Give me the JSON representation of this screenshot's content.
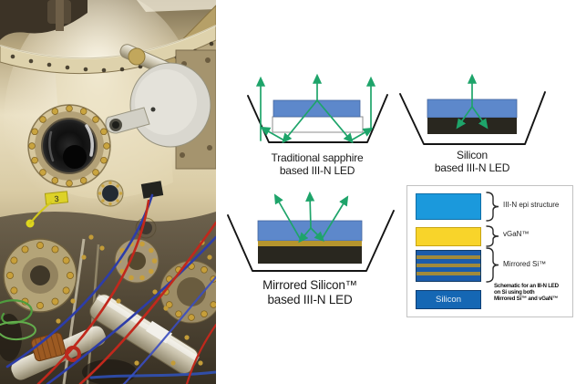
{
  "colors": {
    "arrow-green": "#1ea46a",
    "diag-blue": "#5d88cb",
    "diag-blue-edge": "#44659e",
    "layer-black": "#29271f",
    "mirror-gold": "#b5952e",
    "cup-line": "#141414",
    "epi-blue": "#1b99dc",
    "vgan-yellow": "#f8d42a",
    "stripe-blue": "#1b5cab",
    "stripe-gold": "#a18a3b",
    "silicon-blue": "#1567b4",
    "legend-border": "#c2c2c2",
    "wire-red": "#c1281c",
    "wire-blue": "#2d3da8"
  },
  "diagrams": {
    "sapphire": {
      "label_line1": "Traditional sapphire",
      "label_line2": "based III-N LED"
    },
    "silicon": {
      "label_line1": "Silicon",
      "label_line2": "based III-N LED"
    },
    "mirrored": {
      "label_line1": "Mirrored Silicon™",
      "label_line2": "based III-N LED"
    }
  },
  "legend": {
    "items": [
      {
        "name": "epi",
        "label": "III-N epi structure"
      },
      {
        "name": "vgan",
        "label": "vGaN™"
      },
      {
        "name": "mirrored",
        "label": "Mirrored Si™"
      }
    ],
    "silicon_block_label": "Silicon",
    "caption": {
      "line1": "Schematic for an III-N LED",
      "line2": "on Si using both",
      "line3": "Mirrored Si™ and vGaN™"
    }
  },
  "photo": {
    "tag_label": "3"
  }
}
